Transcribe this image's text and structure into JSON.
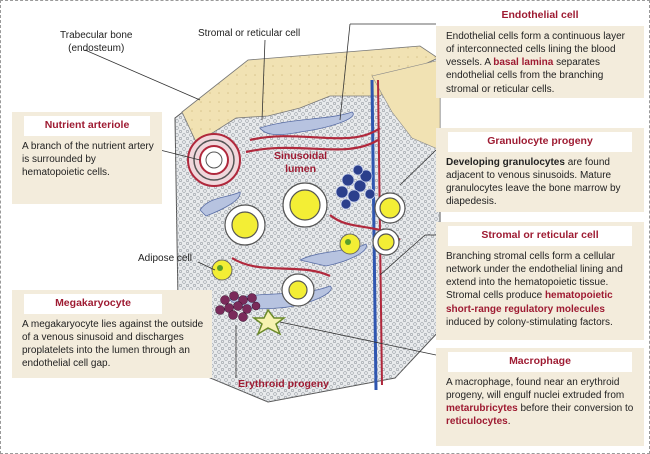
{
  "labels": {
    "trabecular": [
      "Trabecular bone",
      "(endosteum)"
    ],
    "stromal": "Stromal or reticular cell",
    "sinusoidal": [
      "Sinusoidal",
      "lumen"
    ],
    "adipose": "Adipose cell",
    "erythroid": "Erythroid progeny"
  },
  "boxes": {
    "endothelial": {
      "title": "Endothelial cell",
      "t1": "Endothelial cells form a continuous layer of interconnected cells lining the blood vessels.",
      "t2": "A",
      "t3": "basal lamina",
      "t4": "separates endothelial cells from the branching stromal or reticular cells."
    },
    "nutrient": {
      "title": "Nutrient arteriole",
      "text": "A branch of the nutrient artery is surrounded by hematopoietic cells."
    },
    "granulocyte": {
      "title": "Granulocyte progeny",
      "t1": "Developing granulocytes",
      "t2": "are found adjacent to venous sinusoids. Mature granulocytes leave the bone marrow by diapedesis."
    },
    "stromal": {
      "title": "Stromal or reticular cell",
      "t1": "Branching stromal cells form a cellular network under the endothelial lining and extend into the hematopoietic tissue. Stromal cells produce",
      "t2": "hematopoietic short-range regulatory molecules",
      "t3": "induced by colony-stimulating factors."
    },
    "megakaryocyte": {
      "title": "Megakaryocyte",
      "text": "A megakaryocyte lies against the outside of a venous sinusoid and discharges proplatelets into the lumen through an endothelial cell gap."
    },
    "macrophage": {
      "title": "Macrophage",
      "t1": "A macrophage, found near an erythroid progeny, will engulf nuclei extruded from",
      "t2": "metarubricytes",
      "t3": "before their conversion to",
      "t4": "reticulocytes",
      "t5": "."
    }
  },
  "colors": {
    "box_bg": "#f3ecdc",
    "title_red": "#9e1b32",
    "bone": "#f1e2b3",
    "vessel_red": "#b0283c",
    "stroma_blue": "#8fa2cc",
    "adipose_yellow": "#f3ee35",
    "granulocyte_blue": "#2b3f8c"
  }
}
